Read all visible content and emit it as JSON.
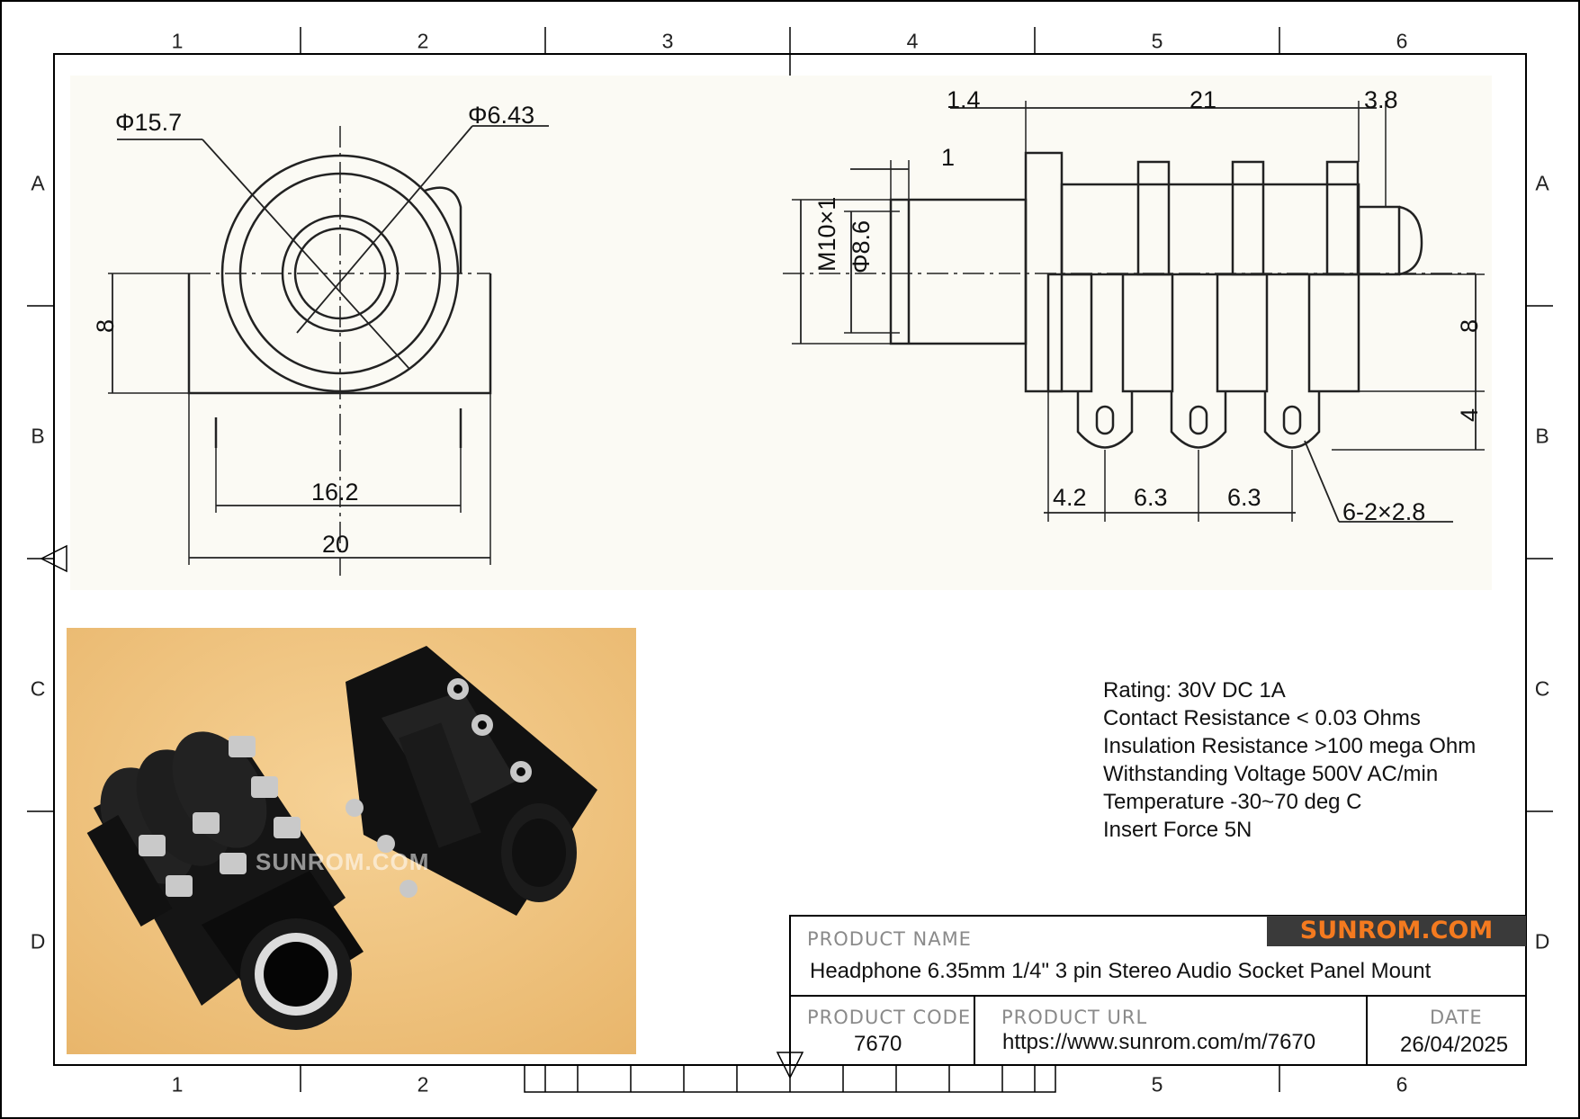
{
  "zones": {
    "columns": [
      "1",
      "2",
      "3",
      "4",
      "5",
      "6"
    ],
    "rows": [
      "A",
      "B",
      "C",
      "D"
    ]
  },
  "drawing": {
    "front_view": {
      "dim_outer_diameter": "Φ15.7",
      "dim_hole_diameter": "Φ6.43",
      "dim_height": "8",
      "dim_pin_spacing": "16.2",
      "dim_width": "20"
    },
    "side_view": {
      "dim_flange": "1.4",
      "dim_body_length": "21",
      "dim_tip": "3.8",
      "dim_thread_step": "1",
      "dim_thread": "M10×1",
      "dim_barrel_diameter": "Φ8.6",
      "dim_body_height": "8",
      "dim_pin_length": "4",
      "dim_pin_first": "4.2",
      "dim_pin_pitch_1": "6.3",
      "dim_pin_pitch_2": "6.3",
      "dim_pin_hole": "6-2×2.8"
    }
  },
  "photo": {
    "watermark": "SUNROM.COM"
  },
  "specs": [
    "Rating: 30V DC 1A",
    "Contact Resistance < 0.03 Ohms",
    "Insulation Resistance >100 mega Ohm",
    "Withstanding Voltage 500V AC/min",
    "Temperature -30~70 deg C",
    "Insert Force 5N"
  ],
  "title_block": {
    "logo": "SUNROM.COM",
    "product_name_label": "PRODUCT NAME",
    "product_name": "Headphone 6.35mm 1/4\" 3 pin Stereo Audio Socket Panel Mount",
    "product_code_label": "PRODUCT CODE",
    "product_code": "7670",
    "product_url_label": "PRODUCT URL",
    "product_url": "https://www.sunrom.com/m/7670",
    "date_label": "DATE",
    "date": "26/04/2025"
  },
  "colors": {
    "logo_text": "#f47a1f",
    "logo_bg": "#3a3a3a",
    "photo_bg": "#f0c27a",
    "drawing_bg": "#fbfaf4"
  }
}
